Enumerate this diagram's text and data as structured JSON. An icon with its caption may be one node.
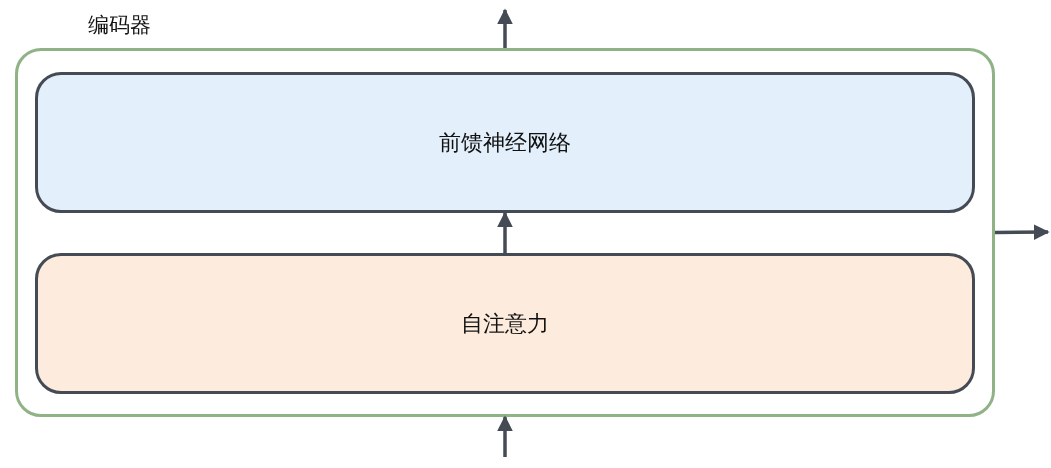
{
  "diagram": {
    "nodes": [
      {
        "text": [
          "编码器"
        ]
      },
      {
        "text": [
          "前馈神经网络"
        ],
        "in": 0
      },
      {
        "text": [
          "自注意力"
        ],
        "in": 0
      }
    ],
    "edges": [
      {
        "from": null,
        "to": 0,
        "arrow": "to"
      },
      {
        "from": 2,
        "to": 1,
        "arrow": "to"
      },
      {
        "from": 0,
        "to": null,
        "arrow": "to"
      },
      {
        "from": 0,
        "to": null,
        "arrow": "to"
      }
    ]
  }
}
